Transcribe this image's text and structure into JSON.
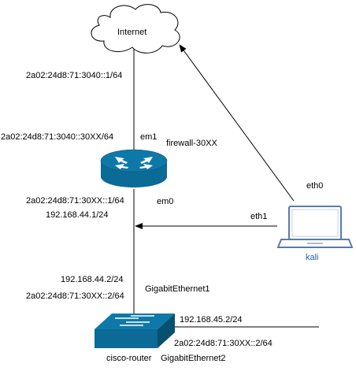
{
  "nodes": {
    "internet": {
      "label": "Internet"
    },
    "firewall": {
      "label": "firewall-30XX"
    },
    "kali": {
      "label": "kali"
    },
    "router": {
      "label": "cisco-router"
    }
  },
  "interfaces": {
    "fw_em1": "em1",
    "fw_em0": "em0",
    "kali_eth0": "eth0",
    "kali_eth1": "eth1",
    "router_gi1": "GigabitEthernet1",
    "router_gi2": "GigabitEthernet2"
  },
  "addresses": {
    "internet_side": "2a02:24d8:71:3040::1/64",
    "fw_em1_v6": "2a02:24d8:71:3040::30XX/64",
    "fw_em0_v6": "2a02:24d8:71:30XX::1/64",
    "fw_em0_v4": "192.168.44.1/24",
    "rtr_gi1_v4": "192.168.44.2/24",
    "rtr_gi1_v6": "2a02:24d8:71:30XX::2/64",
    "rtr_gi2_v4": "192.168.45.2/24",
    "rtr_gi2_v6": "2a02:24d8:71:30XX::2/64"
  },
  "colors": {
    "device_fill": "#0b6a96",
    "device_dark": "#08506f",
    "kali_blue": "#1f5fa8",
    "laptop_frame": "#5b7aa8",
    "line": "#000000"
  }
}
